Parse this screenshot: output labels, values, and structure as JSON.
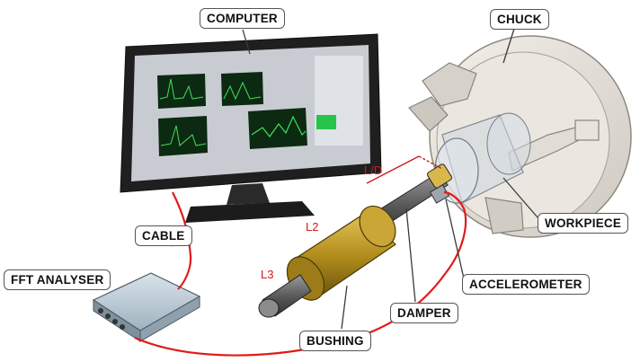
{
  "labels": {
    "computer": "COMPUTER",
    "chuck": "CHUCK",
    "cable": "CABLE",
    "workpiece": "WORKPIECE",
    "fft_analyser": "FFT ANALYSER",
    "accelerometer": "ACCELEROMETER",
    "damper": "DAMPER",
    "bushing": "BUSHING"
  },
  "dimensions": {
    "ld": "L/D",
    "l2": "L2",
    "l3": "L3"
  },
  "colors": {
    "cable": "#e01b1b",
    "dimension_text": "#d01c1c",
    "bushing": "#b8941c",
    "monitor": "#1f1f1f",
    "chuck": "#e6e1da",
    "label_border": "#555555"
  }
}
